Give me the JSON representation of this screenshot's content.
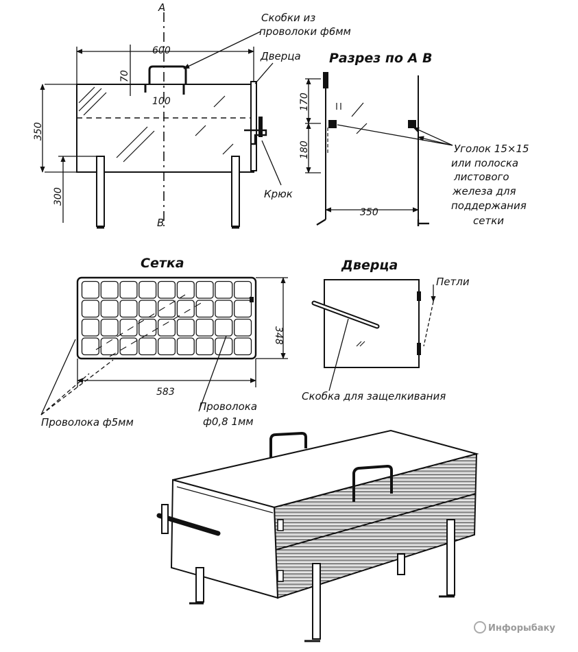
{
  "labels": {
    "section_a": "А",
    "section_b": "В",
    "brackets": "Скобки из",
    "brackets2": "проволоки ф6мм",
    "door_top": "Дверца",
    "section_title": "Разрез по А В",
    "hook": "Крюк",
    "angle1": "Уголок 15×15",
    "angle2": "или полоска",
    "angle3": "листового",
    "angle4": "железа для",
    "angle5": "поддержания",
    "angle6": "сетки",
    "mesh_title": "Сетка",
    "door_title": "Дверца",
    "hinges": "Петли",
    "latch": "Скобка для защелкивания",
    "wire5": "Проволока ф5мм",
    "wire08a": "Проволока",
    "wire08b": "ф0,8 1мм",
    "watermark": "Инфорыбаку"
  },
  "dims": {
    "w600": "600",
    "h70": "70",
    "d100": "100",
    "h350": "350",
    "h300": "300",
    "s170": "170",
    "s180": "180",
    "s350": "350",
    "m348": "348",
    "m583": "583"
  }
}
